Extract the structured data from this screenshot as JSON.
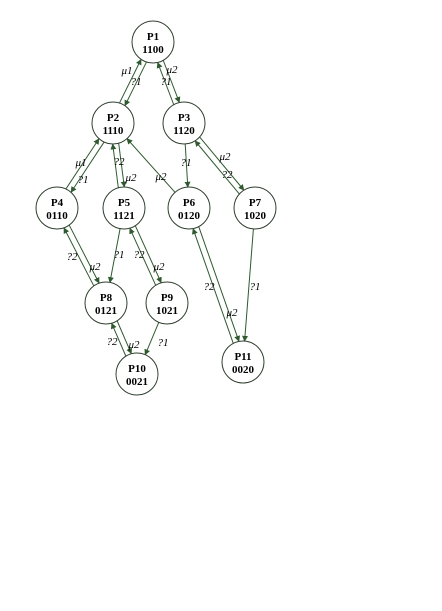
{
  "nodes": [
    {
      "id": "P1",
      "name": "P1",
      "code": "1100"
    },
    {
      "id": "P2",
      "name": "P2",
      "code": "1110"
    },
    {
      "id": "P3",
      "name": "P3",
      "code": "1120"
    },
    {
      "id": "P4",
      "name": "P4",
      "code": "0110"
    },
    {
      "id": "P5",
      "name": "P5",
      "code": "1121"
    },
    {
      "id": "P6",
      "name": "P6",
      "code": "0120"
    },
    {
      "id": "P7",
      "name": "P7",
      "code": "1020"
    },
    {
      "id": "P8",
      "name": "P8",
      "code": "0121"
    },
    {
      "id": "P9",
      "name": "P9",
      "code": "1021"
    },
    {
      "id": "P10",
      "name": "P10",
      "code": "0021"
    },
    {
      "id": "P11",
      "name": "P11",
      "code": "0020"
    }
  ],
  "edges": [
    {
      "from": "P2",
      "to": "P1",
      "label": "μ1"
    },
    {
      "from": "P1",
      "to": "P2",
      "label": "?1"
    },
    {
      "from": "P1",
      "to": "P3",
      "label": "?1"
    },
    {
      "from": "P3",
      "to": "P1",
      "label": "μ2"
    },
    {
      "from": "P4",
      "to": "P2",
      "label": "μ1"
    },
    {
      "from": "P2",
      "to": "P4",
      "label": "?1"
    },
    {
      "from": "P2",
      "to": "P5",
      "label": "?2"
    },
    {
      "from": "P5",
      "to": "P2",
      "label": "μ2"
    },
    {
      "from": "P6",
      "to": "P2",
      "label": "μ2"
    },
    {
      "from": "P3",
      "to": "P6",
      "label": "?1"
    },
    {
      "from": "P7",
      "to": "P3",
      "label": "μ2"
    },
    {
      "from": "P3",
      "to": "P7",
      "label": "?2"
    },
    {
      "from": "P4",
      "to": "P8",
      "label": "?2"
    },
    {
      "from": "P8",
      "to": "P4",
      "label": "μ2"
    },
    {
      "from": "P5",
      "to": "P8",
      "label": "?1"
    },
    {
      "from": "P5",
      "to": "P9",
      "label": "?2"
    },
    {
      "from": "P9",
      "to": "P5",
      "label": "μ2"
    },
    {
      "from": "P6",
      "to": "P11",
      "label": "?2"
    },
    {
      "from": "P11",
      "to": "P6",
      "label": "μ2"
    },
    {
      "from": "P7",
      "to": "P11",
      "label": "?1"
    },
    {
      "from": "P8",
      "to": "P10",
      "label": "?2"
    },
    {
      "from": "P10",
      "to": "P8",
      "label": "μ2"
    },
    {
      "from": "P9",
      "to": "P10",
      "label": "?1"
    }
  ]
}
